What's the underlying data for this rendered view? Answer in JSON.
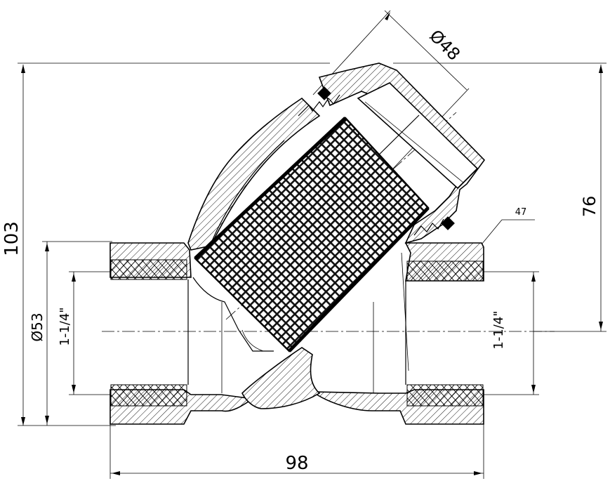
{
  "dimensions": {
    "diameter_top": "Ø48",
    "height_total": "103",
    "height_branch": "76",
    "width_total": "98",
    "thread_left": "1-1/4\"",
    "thread_right": "1-1/4\"",
    "diameter_body": "Ø53",
    "callout": "47"
  }
}
